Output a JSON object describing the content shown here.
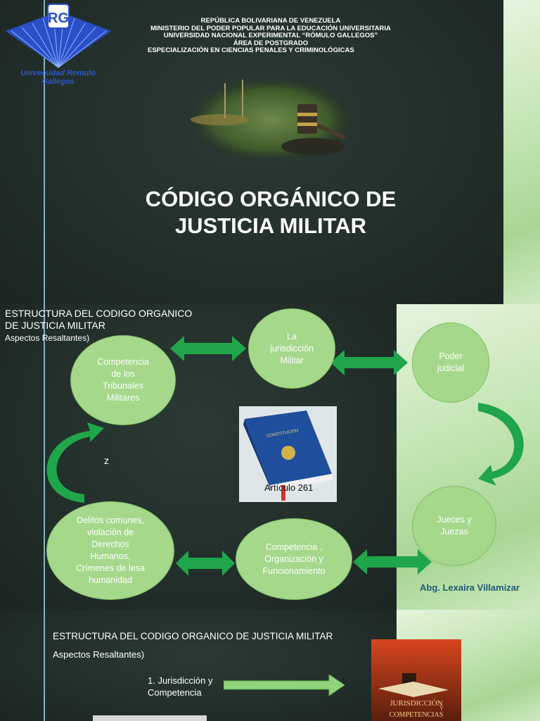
{
  "slide1": {
    "logo_text": "Universidad Romulo Gallegos",
    "header_lines": [
      "REPÚBLICA BOLIVARIANA DE VENEZUELA",
      "MINISTERIO DEL PODER POPULAR PARA LA EDUCACIÓN UNIVERSITARIA",
      "UNIVERSIDAD NACIONAL EXPERIMENTAL “RÓMULO GALLEGOS”",
      "ÁREA DE POSTGRADO",
      "ESPECIALIZACIÓN EN CIENCIAS PENALES Y CRIMINOLÓGICAS"
    ],
    "title_line1": "CÓDIGO ORGÁNICO DE",
    "title_line2": "JUSTICIA MILITAR"
  },
  "slide2": {
    "title_line1": "ESTRUCTURA DEL CODIGO ORGANICO",
    "title_line2": "DE JUSTICIA MILITAR",
    "subtitle": "Aspectos Resaltantes)",
    "nodes": {
      "competencia_tribunales": [
        "Competencia",
        "de los",
        "Tribunales",
        "Militares"
      ],
      "jurisdiccion": [
        "La",
        "jurisdicción",
        "Militar"
      ],
      "poder_judicial": [
        "Poder",
        "judicial"
      ],
      "jueces": [
        "Jueces y",
        "Juezas"
      ],
      "competencia_org": [
        "Competencia ,",
        "Organización y",
        "Funcionamiento"
      ],
      "delitos": [
        "Delitos comunes,",
        "violación de",
        "Derechos",
        "Humanos,",
        "Crímenes de lesa",
        "humanidad"
      ]
    },
    "z_label": "z",
    "book_caption": "Artículo 261",
    "author": "Abg. Lexaira Villamizar",
    "colors": {
      "node_fill": "#a5d88b",
      "arrow_green": "#1fa64a"
    }
  },
  "slide3": {
    "title": "ESTRUCTURA DEL CODIGO ORGANICO DE JUSTICIA MILITAR",
    "subtitle": "Aspectos Resaltantes)",
    "item_line1": "1. Jurisdicción y",
    "item_line2": "Competencia",
    "image_text_line1": "JURISDICCIÓN",
    "image_text_line2": "Y",
    "image_text_line3": "COMPETENCIAS"
  }
}
